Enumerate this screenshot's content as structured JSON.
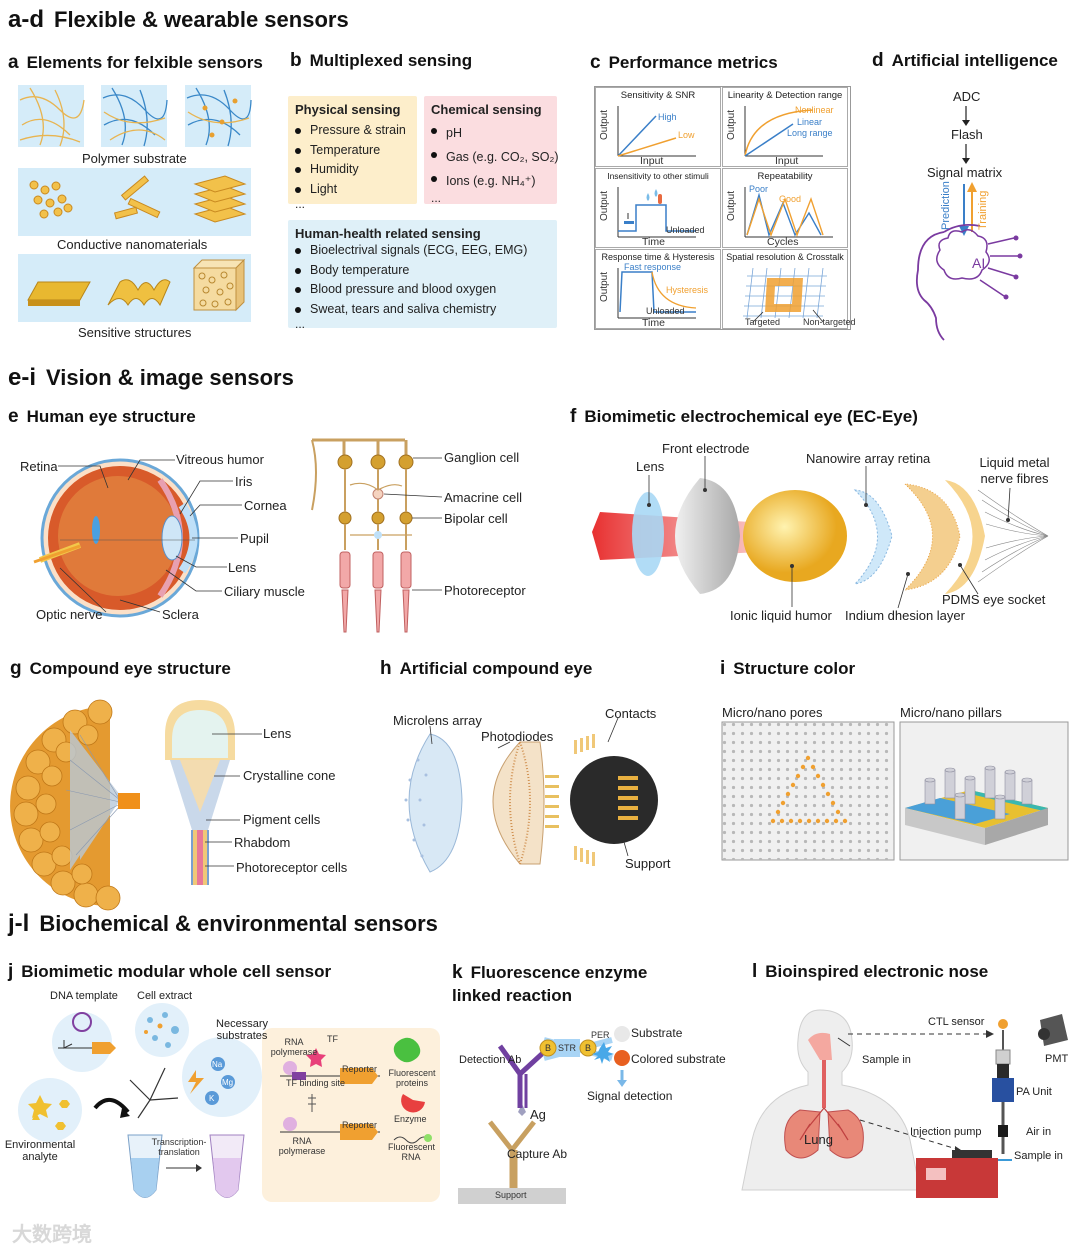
{
  "sections": {
    "ad": {
      "letter": "a-d",
      "title": "Flexible & wearable sensors"
    },
    "ei": {
      "letter": "e-i",
      "title": "Vision & image sensors"
    },
    "jl": {
      "letter": "j-l",
      "title": "Biochemical & environmental sensors"
    }
  },
  "panel_a": {
    "letter": "a",
    "title": "Elements for felxible sensors",
    "labels": [
      "Polymer substrate",
      "Conductive nanomaterials",
      "Sensitive structures"
    ]
  },
  "panel_b": {
    "letter": "b",
    "title": "Multiplexed sensing",
    "physical": {
      "header": "Physical sensing",
      "items": [
        "Pressure & strain",
        "Temperature",
        "Humidity",
        "Light"
      ],
      "more": "..."
    },
    "chemical": {
      "header": "Chemical sensing",
      "items": [
        "pH",
        "Gas (e.g. CO₂, SO₂)",
        "Ions (e.g. NH₄⁺)"
      ],
      "more": "..."
    },
    "health": {
      "header": "Human-health related sensing",
      "items": [
        "Bioelectrival signals (ECG, EEG, EMG)",
        "Body temperature",
        "Blood pressure and blood oxygen",
        "Sweat, tears and saliva chemistry"
      ],
      "more": "..."
    }
  },
  "panel_c": {
    "letter": "c",
    "title": "Performance metrics",
    "cells": [
      {
        "title": "Sensitivity & SNR",
        "xlabel": "Input",
        "ylabel": "Output",
        "notes": [
          "High",
          "Low"
        ]
      },
      {
        "title": "Linearity & Detection range",
        "xlabel": "Input",
        "ylabel": "Output",
        "notes": [
          "Nonlinear",
          "Linear",
          "Long range"
        ]
      },
      {
        "title": "Insensitivity to other stimuli",
        "xlabel": "Time",
        "ylabel": "Output",
        "notes": [
          "Unloaded"
        ]
      },
      {
        "title": "Repeatability",
        "xlabel": "Cycles",
        "ylabel": "Output",
        "notes": [
          "Poor",
          "Good"
        ]
      },
      {
        "title": "Response time & Hysteresis",
        "xlabel": "Time",
        "ylabel": "Output",
        "notes": [
          "Fast response",
          "Hysteresis",
          "Unloaded"
        ]
      },
      {
        "title": "Spatial resolution & Crosstalk",
        "xlabel": "",
        "ylabel": "",
        "notes": [
          "Targeted",
          "Non-targeted"
        ]
      }
    ]
  },
  "panel_d": {
    "letter": "d",
    "title": "Artificial intelligence",
    "steps": [
      "ADC",
      "Flash",
      "Signal matrix"
    ],
    "prediction": "Prediction",
    "training": "Training",
    "ai": "AI"
  },
  "panel_e": {
    "letter": "e",
    "title": "Human eye structure",
    "labels": [
      "Retina",
      "Vitreous humor",
      "Iris",
      "Cornea",
      "Pupil",
      "Lens",
      "Ciliary muscle",
      "Optic nerve",
      "Sclera",
      "Ganglion cell",
      "Amacrine cell",
      "Bipolar cell",
      "Photoreceptor"
    ]
  },
  "panel_f": {
    "letter": "f",
    "title": "Biomimetic electrochemical eye (EC-Eye)",
    "labels": [
      "Lens",
      "Front electrode",
      "Nanowire array retina",
      "Liquid metal nerve fibres",
      "Ionic liquid humor",
      "Indium dhesion layer",
      "PDMS eye socket"
    ]
  },
  "panel_g": {
    "letter": "g",
    "title": "Compound eye structure",
    "labels": [
      "Lens",
      "Crystalline cone",
      "Pigment cells",
      "Rhabdom",
      "Photoreceptor cells"
    ]
  },
  "panel_h": {
    "letter": "h",
    "title": "Artificial compound eye",
    "labels": [
      "Microlens array",
      "Photodiodes",
      "Contacts",
      "Support"
    ]
  },
  "panel_i": {
    "letter": "i",
    "title": "Structure color",
    "labels": [
      "Micro/nano pores",
      "Micro/nano pillars"
    ]
  },
  "panel_j": {
    "letter": "j",
    "title": "Biomimetic modular whole cell sensor",
    "labels": [
      "DNA template",
      "Cell extract",
      "Necessary substrates",
      "Environmental analyte",
      "Transcription-translation",
      "RNA polymerase",
      "TF",
      "TF binding site",
      "Reporter",
      "Fluorescent proteins",
      "Enzyme",
      "RNA polymerase",
      "Reporter",
      "Fluorescent RNA"
    ],
    "ions": [
      "Na",
      "Mg",
      "K"
    ]
  },
  "panel_k": {
    "letter": "k",
    "title": "Fluorescence enzyme linked reaction",
    "labels": [
      "Detection Ab",
      "STR",
      "B",
      "B",
      "PER",
      "Substrate",
      "Colored substrate",
      "Signal detection",
      "Ag",
      "Capture Ab",
      "Support"
    ]
  },
  "panel_l": {
    "letter": "l",
    "title": "Bioinspired electronic nose",
    "labels": [
      "CTL sensor",
      "PMT",
      "Sample in",
      "PA Unit",
      "Lung",
      "Injection pump",
      "Air in",
      "Sample in"
    ]
  },
  "watermark": "大数跨境",
  "colors": {
    "physical_bg": "#fdeecb",
    "chemical_bg": "#fbdde0",
    "health_bg": "#dff0f8",
    "panel_bg": "#dcefff",
    "orange": "#f0a030",
    "blue": "#3a7fc8",
    "purple": "#7a3aa0"
  }
}
